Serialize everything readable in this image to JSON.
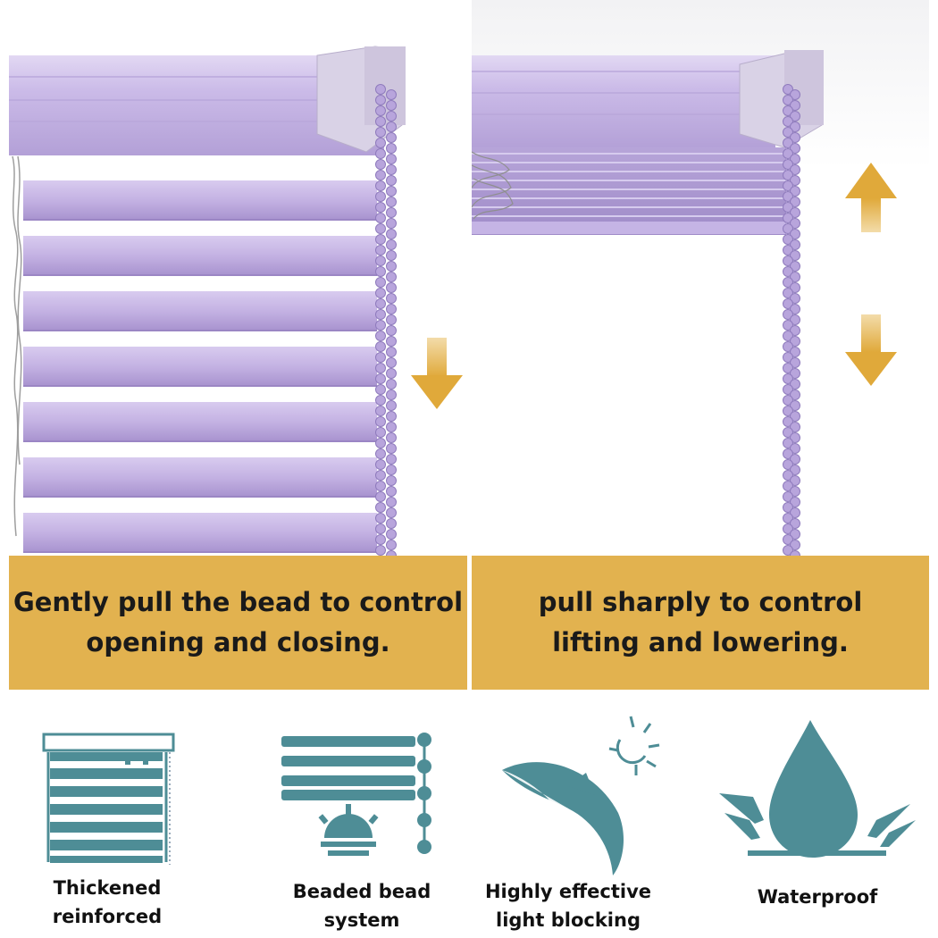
{
  "colors": {
    "blind": "#c9b8e6",
    "blind_shadow": "#a994cf",
    "caption_bg": "#e2b24f",
    "arrow": "#e0a93a",
    "icon_teal": "#4e8d96"
  },
  "captions": {
    "left": {
      "line1": "Gently pull the bead to control",
      "line2": "opening and closing."
    },
    "right": {
      "line1": "pull sharply to control",
      "line2": "lifting and lowering."
    }
  },
  "features": [
    {
      "icon": "blind-frame-icon",
      "line1": "Thickened",
      "line2": "reinforced"
    },
    {
      "icon": "beaded-chain-icon",
      "line1": "Beaded bead",
      "line2": "system"
    },
    {
      "icon": "umbrella-sun-icon",
      "line1": "Highly effective",
      "line2": "light blocking"
    },
    {
      "icon": "water-drop-icon",
      "line1": "Waterproof",
      "line2": ""
    }
  ]
}
